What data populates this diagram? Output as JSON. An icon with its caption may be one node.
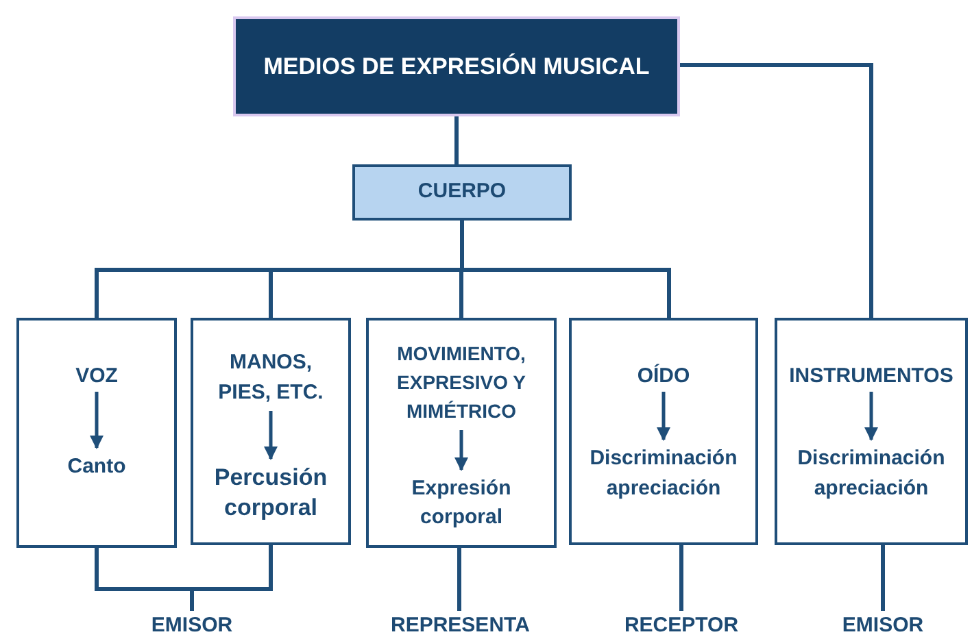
{
  "diagram": {
    "nodes": [
      {
        "text": [
          "MEDIOS DE EXPRESIÓN MUSICAL"
        ]
      },
      {
        "text": [
          "CUERPO"
        ]
      },
      {
        "text": [],
        "shape": "box"
      },
      {
        "text": [
          "VOZ"
        ],
        "in": 2
      },
      {
        "text": [
          "Canto"
        ],
        "in": 2
      },
      {
        "text": [],
        "shape": "box"
      },
      {
        "text": [
          "MANOS, PIES, ETC."
        ],
        "in": 5
      },
      {
        "text": [
          "Percusión corporal"
        ],
        "in": 5
      },
      {
        "text": [],
        "shape": "box"
      },
      {
        "text": [
          "MOVIMIENTO, EXPRESIVO Y MIMÉTRICO"
        ],
        "in": 8
      },
      {
        "text": [
          "Expresión corporal"
        ],
        "in": 8
      },
      {
        "text": [],
        "shape": "box"
      },
      {
        "text": [
          "OÍDO"
        ],
        "in": 11
      },
      {
        "text": [
          "Discriminación apreciación"
        ],
        "in": 11
      },
      {
        "text": [],
        "shape": "box"
      },
      {
        "text": [
          "INSTRUMENTOS"
        ],
        "in": 14
      },
      {
        "text": [
          "Discriminación apreciación"
        ],
        "in": 14
      },
      {
        "text": [
          "EMISOR"
        ]
      },
      {
        "text": [
          "REPRESENTA"
        ]
      },
      {
        "text": [
          "RECEPTOR"
        ]
      },
      {
        "text": [
          "EMISOR"
        ]
      }
    ],
    "edges": [
      {
        "from": 0,
        "to": 1,
        "arrow": "none"
      },
      {
        "from": 0,
        "to": 14,
        "arrow": "none"
      },
      {
        "from": 1,
        "to": 2,
        "arrow": "none"
      },
      {
        "from": 1,
        "to": 5,
        "arrow": "none"
      },
      {
        "from": 1,
        "to": 8,
        "arrow": "none"
      },
      {
        "from": 1,
        "to": 11,
        "arrow": "none"
      },
      {
        "from": 3,
        "to": 4,
        "arrow": "to"
      },
      {
        "from": 6,
        "to": 7,
        "arrow": "to"
      },
      {
        "from": 9,
        "to": 10,
        "arrow": "to"
      },
      {
        "from": 12,
        "to": 13,
        "arrow": "to"
      },
      {
        "from": 15,
        "to": 16,
        "arrow": "to"
      },
      {
        "from": 2,
        "to": 17,
        "arrow": "none"
      },
      {
        "from": 5,
        "to": 17,
        "arrow": "none"
      },
      {
        "from": 8,
        "to": 18,
        "arrow": "none"
      },
      {
        "from": 11,
        "to": 19,
        "arrow": "none"
      },
      {
        "from": 14,
        "to": 20,
        "arrow": "none"
      }
    ]
  }
}
